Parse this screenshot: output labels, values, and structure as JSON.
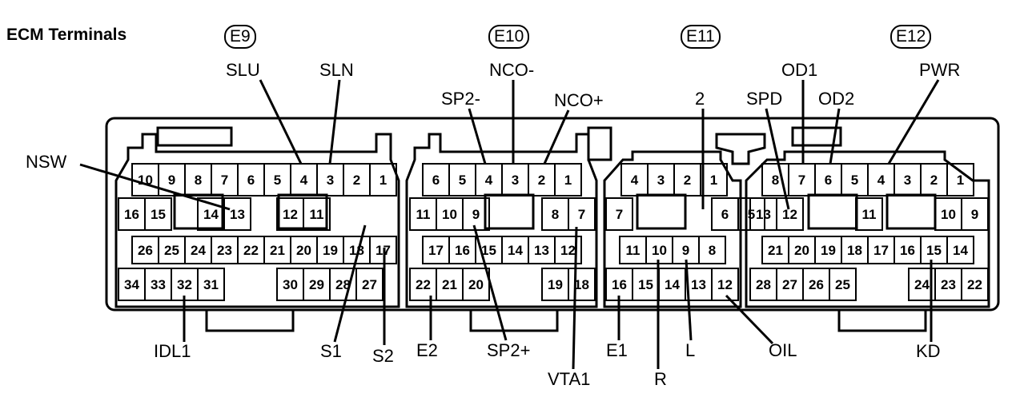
{
  "title": "ECM Terminals",
  "connectors": [
    {
      "id": "e9",
      "label": "E9"
    },
    {
      "id": "e10",
      "label": "E10"
    },
    {
      "id": "e11",
      "label": "E11"
    },
    {
      "id": "e12",
      "label": "E12"
    }
  ],
  "signals": {
    "slu": "SLU",
    "sln": "SLN",
    "nsw": "NSW",
    "idl1": "IDL1",
    "s1": "S1",
    "s2": "S2",
    "nco_minus": "NCO-",
    "nco_plus": "NCO+",
    "sp2_minus": "SP2-",
    "sp2_plus": "SP2+",
    "e2": "E2",
    "vta1": "VTA1",
    "two": "2",
    "e1": "E1",
    "r": "R",
    "l": "L",
    "oil": "OIL",
    "spd": "SPD",
    "od1": "OD1",
    "od2": "OD2",
    "pwr": "PWR",
    "kd": "KD"
  },
  "pins": {
    "e9": {
      "row1": [
        "10",
        "9",
        "8",
        "7",
        "6",
        "5",
        "4",
        "3",
        "2",
        "1"
      ],
      "row2": [
        "16",
        "15",
        "14",
        "13",
        "12",
        "11"
      ],
      "row3": [
        "26",
        "25",
        "24",
        "23",
        "22",
        "21",
        "20",
        "19",
        "18",
        "17"
      ],
      "row4": [
        "34",
        "33",
        "32",
        "31",
        "30",
        "29",
        "28",
        "27"
      ]
    },
    "e10": {
      "row1": [
        "6",
        "5",
        "4",
        "3",
        "2",
        "1"
      ],
      "row2": [
        "11",
        "10",
        "9",
        "8",
        "7"
      ],
      "row3": [
        "17",
        "16",
        "15",
        "14",
        "13",
        "12"
      ],
      "row4": [
        "22",
        "21",
        "20",
        "19",
        "18"
      ]
    },
    "e11": {
      "row1": [
        "4",
        "3",
        "2",
        "1"
      ],
      "row2": [
        "7",
        "6",
        "5"
      ],
      "row3": [
        "11",
        "10",
        "9",
        "8"
      ],
      "row4": [
        "16",
        "15",
        "14",
        "13",
        "12"
      ]
    },
    "e12": {
      "row1": [
        "8",
        "7",
        "6",
        "5",
        "4",
        "3",
        "2",
        "1"
      ],
      "row2": [
        "13",
        "12",
        "11",
        "10",
        "9"
      ],
      "row3": [
        "21",
        "20",
        "19",
        "18",
        "17",
        "16",
        "15",
        "14"
      ],
      "row4": [
        "28",
        "27",
        "26",
        "25",
        "24",
        "23",
        "22"
      ]
    }
  }
}
